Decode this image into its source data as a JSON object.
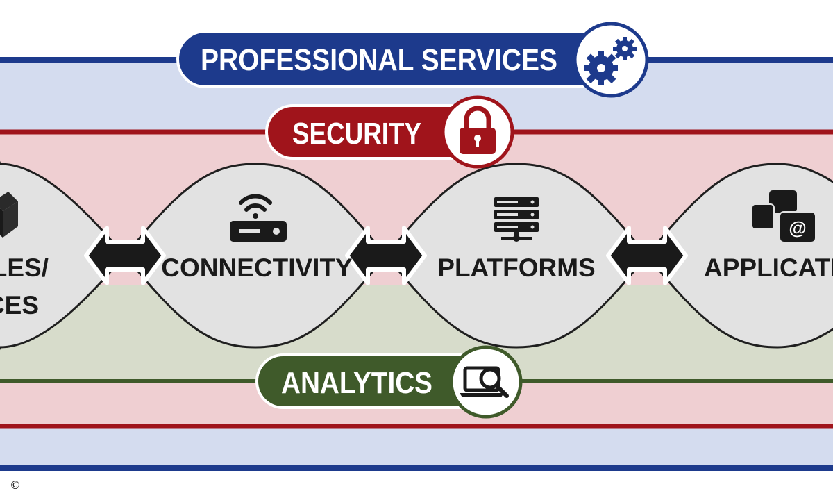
{
  "layers": {
    "professional_services": {
      "label": "PROFESSIONAL SERVICES",
      "icon": "gears-icon",
      "color": "#1d3a8c",
      "band": "#d4dcef"
    },
    "security": {
      "label": "SECURITY",
      "icon": "padlock-icon",
      "color": "#a0141b",
      "band": "#efcfd2"
    },
    "analytics": {
      "label": "ANALYTICS",
      "icon": "laptop-magnifier-icon",
      "color": "#3f5a2a",
      "band": "#d7dccb"
    }
  },
  "nodes": [
    {
      "id": "modules",
      "label_line1": "LES/",
      "label_line2": "CES",
      "icon": "box-icon"
    },
    {
      "id": "connectivity",
      "label": "CONNECTIVITY",
      "icon": "router-wifi-icon"
    },
    {
      "id": "platforms",
      "label": "PLATFORMS",
      "icon": "server-icon"
    },
    {
      "id": "applications",
      "label": "APPLICATIO",
      "icon": "apps-icon"
    }
  ],
  "connectors": [
    "double-arrow-icon",
    "double-arrow-icon",
    "double-arrow-icon"
  ],
  "copyright": "©"
}
